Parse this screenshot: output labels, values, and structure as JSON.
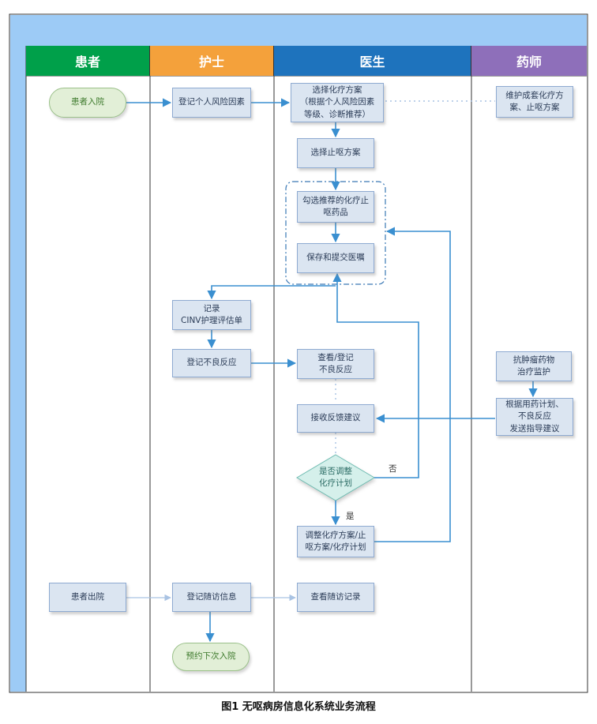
{
  "lanes": {
    "patient": {
      "title": "患者",
      "color": "#00a04a"
    },
    "nurse": {
      "title": "护士",
      "color": "#f4a13b"
    },
    "doctor": {
      "title": "医生",
      "color": "#1e73bd"
    },
    "pharmacist": {
      "title": "药师",
      "color": "#8e6fba"
    }
  },
  "colors": {
    "top_band": "#9dcbf6",
    "left_strip": "#9dcbf6",
    "arrow": "#3a8fd0",
    "faint_arrow": "#a9c3e3"
  },
  "nodes": {
    "patient_admit": "患者入院",
    "register_risk": "登记个人风险因素",
    "choose_chemo": "选择化疗方案\n（根据个人风险因素\n等级、诊断推荐）",
    "maintain_plans": "维护成套化疗方\n案、止呕方案",
    "choose_antiemetic": "选择止呕方案",
    "check_drugs": "勾选推荐的化疗止\n呕药品",
    "save_order": "保存和提交医嘱",
    "record_cinv": "记录\nCINV护理评估单",
    "register_adverse": "登记不良反应",
    "view_adverse": "查看/登记\n不良反应",
    "antitumor_monitor": "抗肿瘤药物\n治疗监护",
    "send_advice": "根据用药计划、\n不良反应\n发送指导建议",
    "receive_feedback": "接收反馈建议",
    "adjust_decision": "是否调整\n化疗计划",
    "adjust_plan": "调整化疗方案/止\n呕方案/化疗计划",
    "patient_discharge": "患者出院",
    "register_followup": "登记随访信息",
    "view_followup": "查看随访记录",
    "next_admission": "预约下次入院"
  },
  "labels": {
    "no": "否",
    "yes": "是"
  },
  "caption": "图1  无呕病房信息化系统业务流程"
}
